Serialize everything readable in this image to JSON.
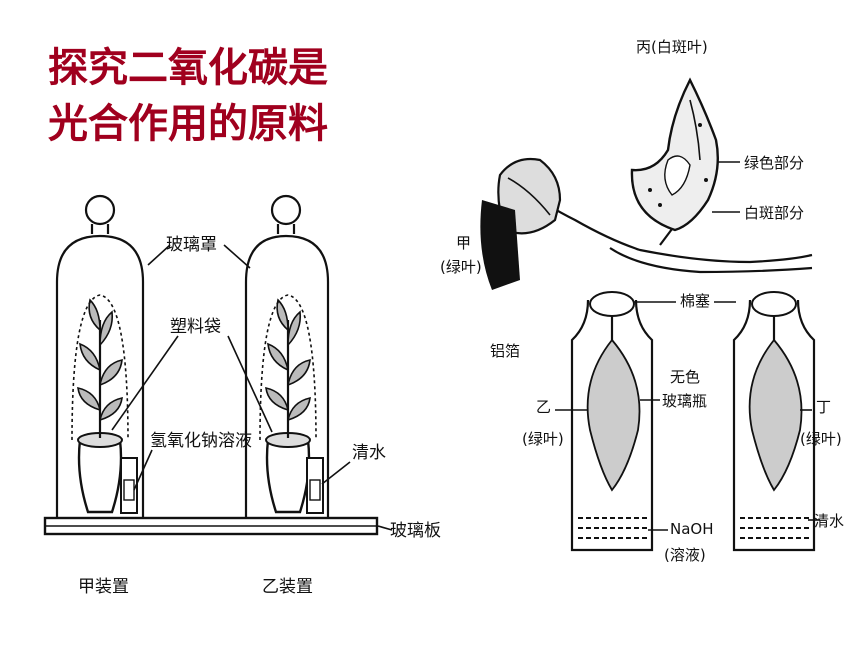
{
  "title": {
    "line1": "探究二氧化碳是",
    "line2": "光合作用的原料"
  },
  "left_diagram": {
    "glass_cover": "玻璃罩",
    "plastic_bag": "塑料袋",
    "naoh_solution": "氢氧化钠溶液",
    "clear_water": "清水",
    "glass_plate": "玻璃板",
    "device_a": "甲装置",
    "device_b": "乙装置"
  },
  "right_diagram": {
    "leaf_c": "丙(白斑叶)",
    "green_part": "绿色部分",
    "white_part": "白斑部分",
    "leaf_a": "甲",
    "leaf_a_sub": "(绿叶)",
    "foil": "铝箔",
    "cotton_plug": "棉塞",
    "leaf_b": "乙",
    "leaf_b_sub": "(绿叶)",
    "clear_bottle_1": "无色",
    "clear_bottle_2": "玻璃瓶",
    "leaf_d": "丁",
    "leaf_d_sub": "(绿叶)",
    "naoh": "NaOH",
    "naoh_sub": "(溶液)",
    "water": "清水"
  }
}
